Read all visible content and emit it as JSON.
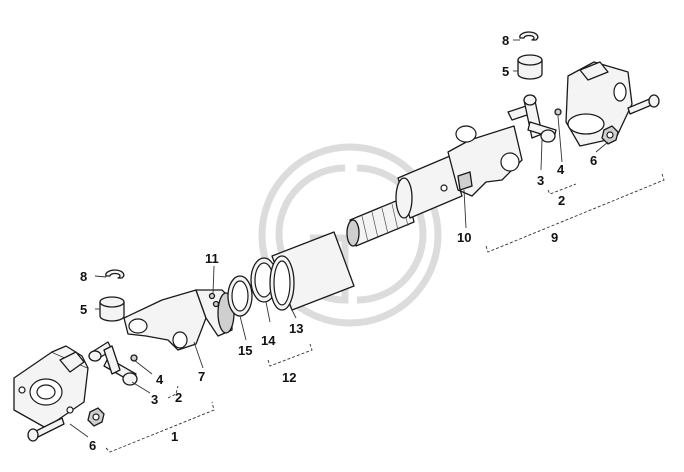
{
  "callouts": [
    {
      "id": "c8a",
      "text": "8"
    },
    {
      "id": "c5a",
      "text": "5"
    },
    {
      "id": "c4a",
      "text": "4"
    },
    {
      "id": "c3a",
      "text": "3"
    },
    {
      "id": "c2a",
      "text": "2"
    },
    {
      "id": "c6a",
      "text": "6"
    },
    {
      "id": "c1",
      "text": "1"
    },
    {
      "id": "c7",
      "text": "7"
    },
    {
      "id": "c11",
      "text": "11"
    },
    {
      "id": "c15",
      "text": "15"
    },
    {
      "id": "c14",
      "text": "14"
    },
    {
      "id": "c13",
      "text": "13"
    },
    {
      "id": "c12",
      "text": "12"
    },
    {
      "id": "c10",
      "text": "10"
    },
    {
      "id": "c9",
      "text": "9"
    },
    {
      "id": "c8b",
      "text": "8"
    },
    {
      "id": "c5b",
      "text": "5"
    },
    {
      "id": "c4b",
      "text": "4"
    },
    {
      "id": "c3b",
      "text": "3"
    },
    {
      "id": "c2b",
      "text": "2"
    },
    {
      "id": "c6b",
      "text": "6"
    }
  ]
}
